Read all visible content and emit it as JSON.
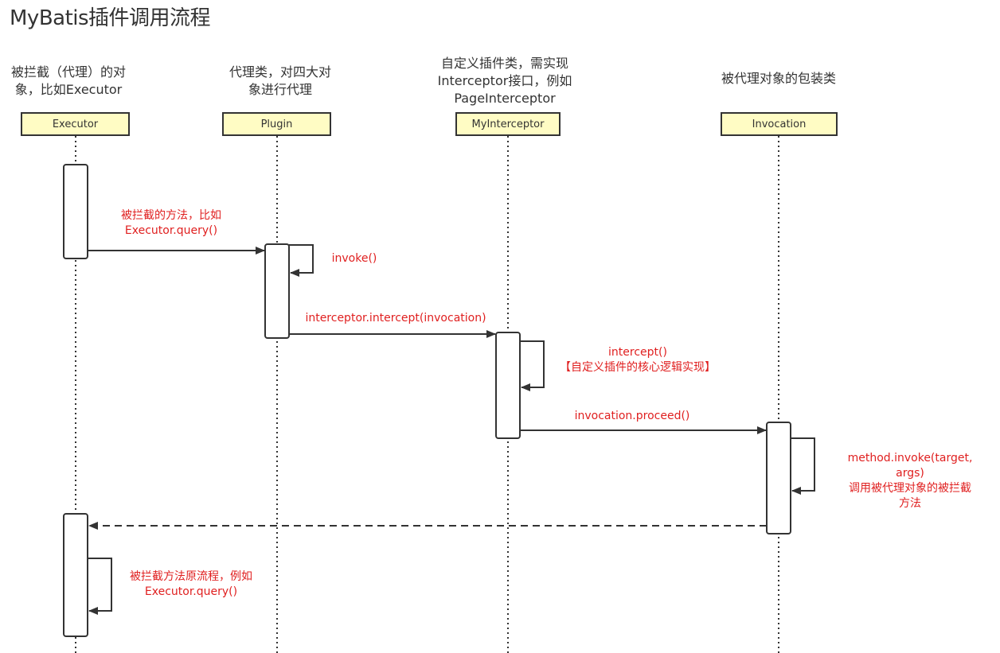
{
  "title": "MyBatis插件调用流程",
  "participants": [
    {
      "id": "executor",
      "name": "Executor",
      "description": "被拦截（代理）的对\n象，比如Executor"
    },
    {
      "id": "plugin",
      "name": "Plugin",
      "description": "代理类，对四大对\n象进行代理"
    },
    {
      "id": "myinterceptor",
      "name": "MyInterceptor",
      "description": "自定义插件类，需实现\nInterceptor接口，例如\nPageInterceptor"
    },
    {
      "id": "invocation",
      "name": "Invocation",
      "description": "被代理对象的包装类"
    }
  ],
  "messages": [
    {
      "from": "executor",
      "to": "plugin",
      "type": "sync",
      "label": "被拦截的方法，比如\nExecutor.query()"
    },
    {
      "from": "plugin",
      "to": "plugin",
      "type": "self",
      "label": "invoke()"
    },
    {
      "from": "plugin",
      "to": "myinterceptor",
      "type": "sync",
      "label": "interceptor.intercept(invocation)"
    },
    {
      "from": "myinterceptor",
      "to": "myinterceptor",
      "type": "self",
      "label": "intercept()\n【自定义插件的核心逻辑实现】"
    },
    {
      "from": "myinterceptor",
      "to": "invocation",
      "type": "sync",
      "label": "invocation.proceed()"
    },
    {
      "from": "invocation",
      "to": "invocation",
      "type": "self",
      "label": "method.invoke(target, args)\n调用被代理对象的被拦截方法"
    },
    {
      "from": "invocation",
      "to": "executor",
      "type": "return",
      "label": ""
    },
    {
      "from": "executor",
      "to": "executor",
      "type": "self",
      "label": "被拦截方法原流程，例如\nExecutor.query()"
    }
  ],
  "colors": {
    "label": "#e02020",
    "participant_fill": "#fffcc4",
    "line": "#333333"
  }
}
